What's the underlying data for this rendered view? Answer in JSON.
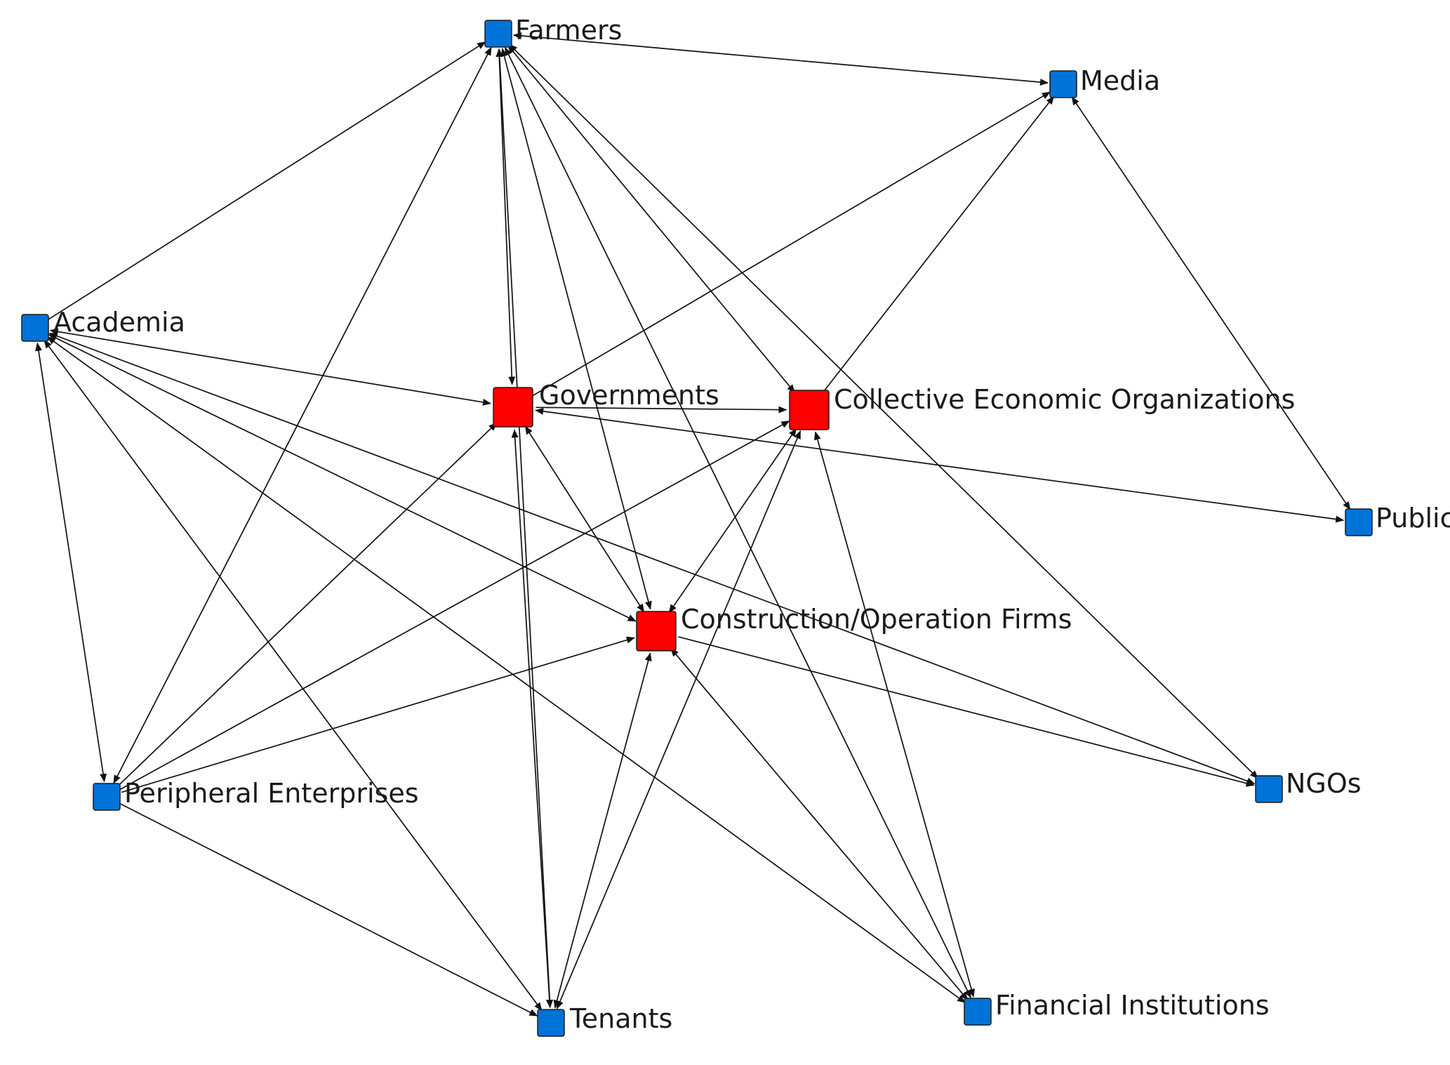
{
  "network": {
    "colors": {
      "key_actor": "#ff0000",
      "other_actor": "#0073d8",
      "edge": "#111111"
    },
    "nodes": [
      {
        "id": "farmers",
        "label": "Farmers",
        "group": "other_actor"
      },
      {
        "id": "media",
        "label": "Media",
        "group": "other_actor"
      },
      {
        "id": "academia",
        "label": "Academia",
        "group": "other_actor"
      },
      {
        "id": "governments",
        "label": "Governments",
        "group": "key_actor"
      },
      {
        "id": "ceo",
        "label": "Collective Economic Organizations",
        "group": "key_actor"
      },
      {
        "id": "public",
        "label": "Public",
        "group": "other_actor"
      },
      {
        "id": "firms",
        "label": "Construction/Operation Firms",
        "group": "key_actor"
      },
      {
        "id": "peripheral",
        "label": "Peripheral Enterprises",
        "group": "other_actor"
      },
      {
        "id": "ngos",
        "label": "NGOs",
        "group": "other_actor"
      },
      {
        "id": "tenants",
        "label": "Tenants",
        "group": "other_actor"
      },
      {
        "id": "financial",
        "label": "Financial Institutions",
        "group": "other_actor"
      }
    ],
    "edges": [
      {
        "source": "farmers",
        "target": "media",
        "direction": "both"
      },
      {
        "source": "farmers",
        "target": "governments",
        "direction": "both"
      },
      {
        "source": "farmers",
        "target": "ceo",
        "direction": "both"
      },
      {
        "source": "farmers",
        "target": "firms",
        "direction": "both"
      },
      {
        "source": "farmers",
        "target": "tenants",
        "direction": "both"
      },
      {
        "source": "farmers",
        "target": "financial",
        "direction": "both"
      },
      {
        "source": "farmers",
        "target": "ngos",
        "direction": "both"
      },
      {
        "source": "academia",
        "target": "farmers",
        "direction": "forward"
      },
      {
        "source": "peripheral",
        "target": "farmers",
        "direction": "both"
      },
      {
        "source": "governments",
        "target": "media",
        "direction": "forward"
      },
      {
        "source": "ceo",
        "target": "media",
        "direction": "forward"
      },
      {
        "source": "media",
        "target": "public",
        "direction": "both"
      },
      {
        "source": "academia",
        "target": "governments",
        "direction": "both"
      },
      {
        "source": "academia",
        "target": "firms",
        "direction": "both"
      },
      {
        "source": "academia",
        "target": "peripheral",
        "direction": "both"
      },
      {
        "source": "academia",
        "target": "tenants",
        "direction": "both"
      },
      {
        "source": "academia",
        "target": "financial",
        "direction": "both"
      },
      {
        "source": "academia",
        "target": "ngos",
        "direction": "both"
      },
      {
        "source": "governments",
        "target": "ceo",
        "direction": "forward"
      },
      {
        "source": "governments",
        "target": "firms",
        "direction": "both"
      },
      {
        "source": "governments",
        "target": "tenants",
        "direction": "both"
      },
      {
        "source": "governments",
        "target": "public",
        "direction": "both"
      },
      {
        "source": "peripheral",
        "target": "governments",
        "direction": "forward"
      },
      {
        "source": "ceo",
        "target": "firms",
        "direction": "both"
      },
      {
        "source": "ceo",
        "target": "tenants",
        "direction": "both"
      },
      {
        "source": "ceo",
        "target": "financial",
        "direction": "both"
      },
      {
        "source": "peripheral",
        "target": "ceo",
        "direction": "forward"
      },
      {
        "source": "peripheral",
        "target": "firms",
        "direction": "forward"
      },
      {
        "source": "firms",
        "target": "tenants",
        "direction": "both"
      },
      {
        "source": "firms",
        "target": "financial",
        "direction": "both"
      },
      {
        "source": "firms",
        "target": "ngos",
        "direction": "forward"
      },
      {
        "source": "peripheral",
        "target": "tenants",
        "direction": "forward"
      }
    ]
  }
}
